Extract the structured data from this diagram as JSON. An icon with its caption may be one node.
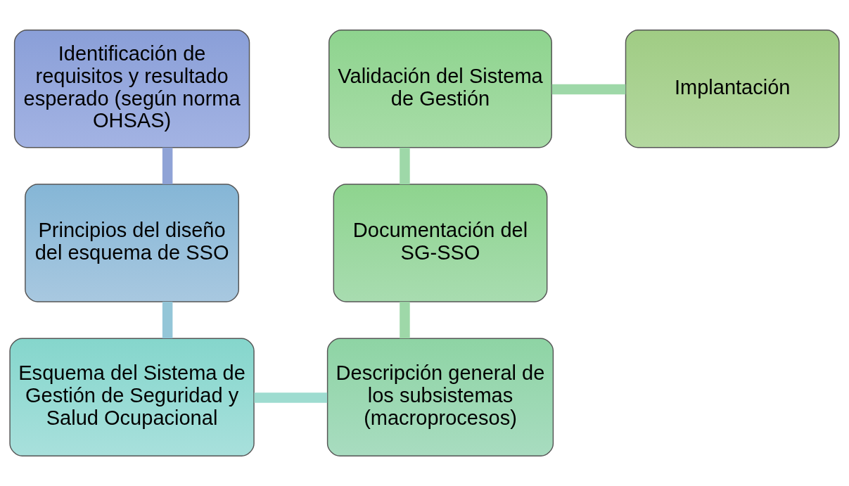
{
  "diagram": {
    "nodes": [
      {
        "text": [
          "Identificación de requisitos y resultado esperado (según norma OHSAS)"
        ]
      },
      {
        "text": [
          "Principios del diseño del esquema de SSO"
        ]
      },
      {
        "text": [
          "Esquema del Sistema de Gestión de Seguridad y Salud Ocupacional"
        ]
      },
      {
        "text": [
          "Descripción general de los subsistemas (macroprocesos)"
        ]
      },
      {
        "text": [
          "Documentación del SG-SSO"
        ]
      },
      {
        "text": [
          "Validación del Sistema de Gestión"
        ]
      },
      {
        "text": [
          "Implantación"
        ]
      }
    ],
    "edges": [
      {
        "from": 0,
        "to": 1,
        "arrow": "none",
        "color": "#8fa3d6"
      },
      {
        "from": 1,
        "to": 2,
        "arrow": "none",
        "color": "#94c6d8"
      },
      {
        "from": 2,
        "to": 3,
        "arrow": "none",
        "color": "#9edcd0"
      },
      {
        "from": 3,
        "to": 4,
        "arrow": "none"
      },
      {
        "from": 4,
        "to": 5,
        "arrow": "none"
      },
      {
        "from": 5,
        "to": 6,
        "arrow": "none"
      }
    ]
  }
}
